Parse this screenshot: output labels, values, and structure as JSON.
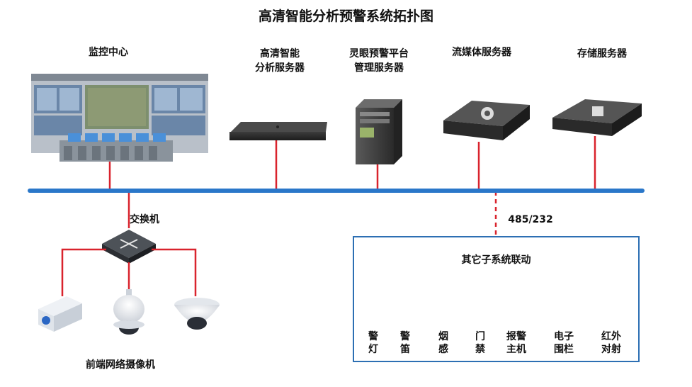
{
  "title": "高清智能分析预警系统拓扑图",
  "servers": {
    "monitor": "监控中心",
    "analysis": [
      "高清智能",
      "分析服务器"
    ],
    "platform": [
      "灵眼预警平台",
      "管理服务器"
    ],
    "streaming": "流媒体服务器",
    "storage": "存储服务器"
  },
  "switch_label": "交换机",
  "cameras_label": "前端网络摄像机",
  "link_label": "485/232",
  "subsystem": {
    "title": "其它子系统联动",
    "devices": [
      {
        "line1": "警",
        "line2": "灯",
        "icon": "alarm-light-icon"
      },
      {
        "line1": "警",
        "line2": "笛",
        "icon": "siren-icon"
      },
      {
        "line1": "烟",
        "line2": "感",
        "icon": "smoke-detector-icon"
      },
      {
        "line1": "门",
        "line2": "禁",
        "icon": "access-control-icon"
      },
      {
        "line1": "报警",
        "line2": "主机",
        "icon": "alarm-host-icon"
      },
      {
        "line1": "电子",
        "line2": "围栏",
        "icon": "electronic-fence-icon"
      },
      {
        "line1": "红外",
        "line2": "对射",
        "icon": "infrared-beam-icon"
      }
    ]
  },
  "colors": {
    "bus": "#2a77c9",
    "link": "#d9232d",
    "border": "#2d6fb3"
  }
}
